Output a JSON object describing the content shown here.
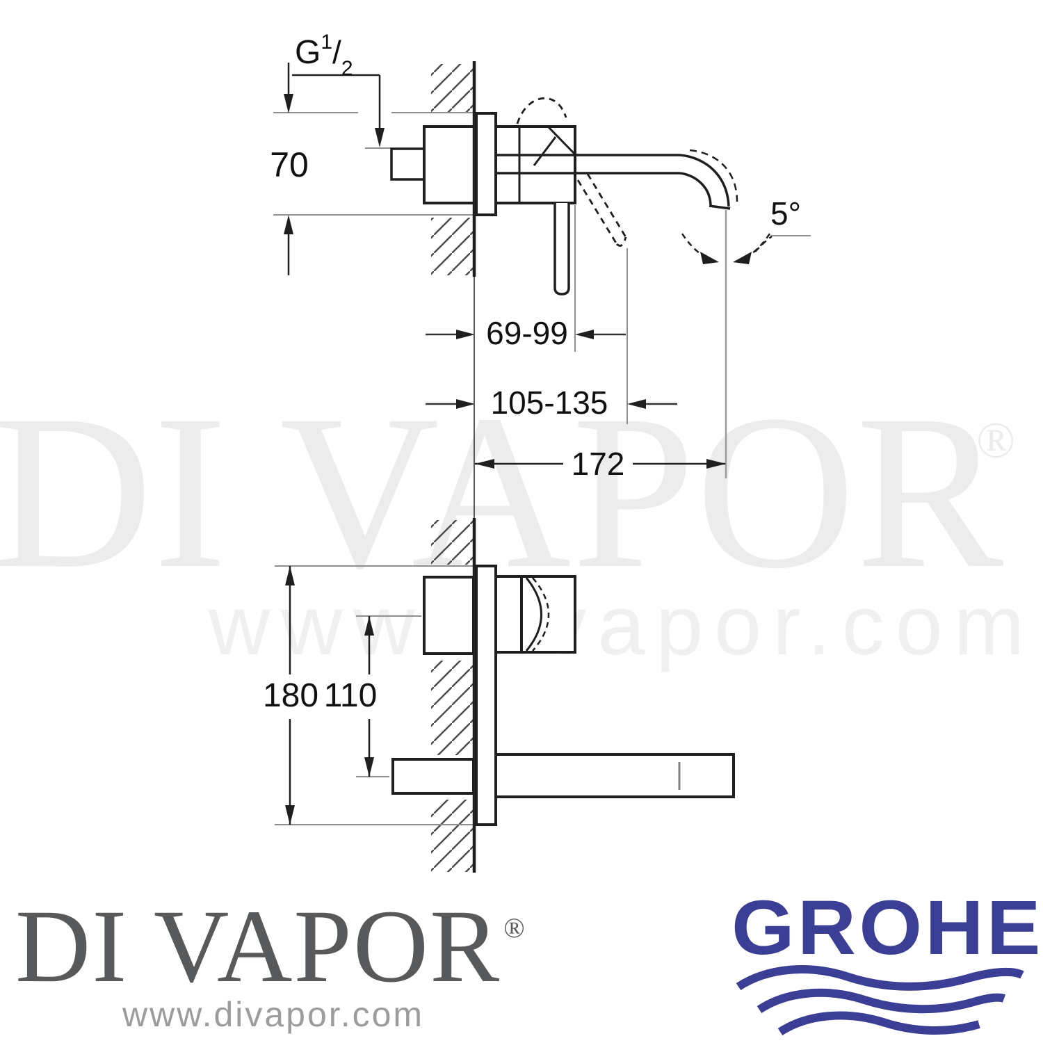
{
  "diagram": {
    "dims": {
      "thread": {
        "prefix": "G",
        "sup": "1",
        "slash": "/",
        "sub": "2"
      },
      "body_height": "70",
      "spout_offset_range": "69-99",
      "plate_offset_range": "105-135",
      "spout_reach": "172",
      "swivel_angle": "5°",
      "plate_height": "180",
      "spout_drop": "110"
    }
  },
  "watermark": {
    "brand": "DI VAPOR",
    "registered": "®",
    "url": "www.divapor.com"
  },
  "footer": {
    "divapor": {
      "brand": "DI VAPOR",
      "registered": "®",
      "url": "www.divapor.com",
      "color": "#58595b"
    },
    "grohe": {
      "brand": "GROHE",
      "color": "#3b3e95"
    }
  }
}
